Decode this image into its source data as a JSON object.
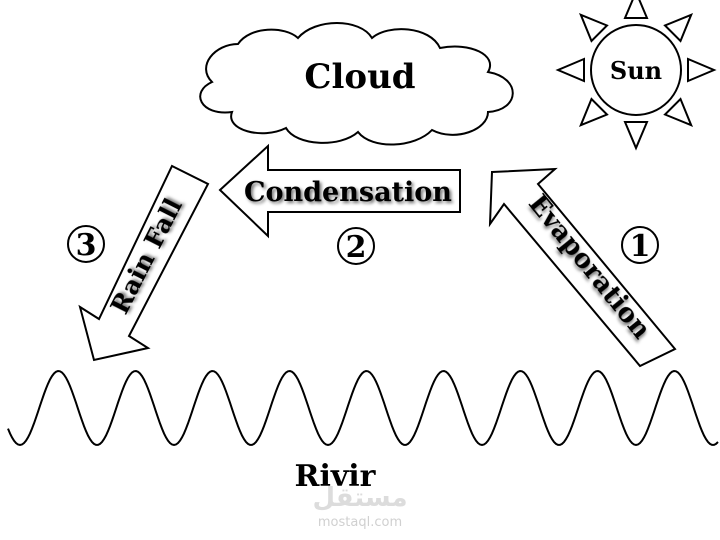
{
  "cloud": {
    "label": "Cloud"
  },
  "sun": {
    "label": "Sun"
  },
  "steps": [
    {
      "number": "1",
      "label": "Evaporation"
    },
    {
      "number": "2",
      "label": "Condensation"
    },
    {
      "number": "3",
      "label": "Rain Fall"
    }
  ],
  "river": {
    "label": "Rivir"
  },
  "watermark": {
    "arabic": "مستقل",
    "latin": "mostaql.com"
  }
}
